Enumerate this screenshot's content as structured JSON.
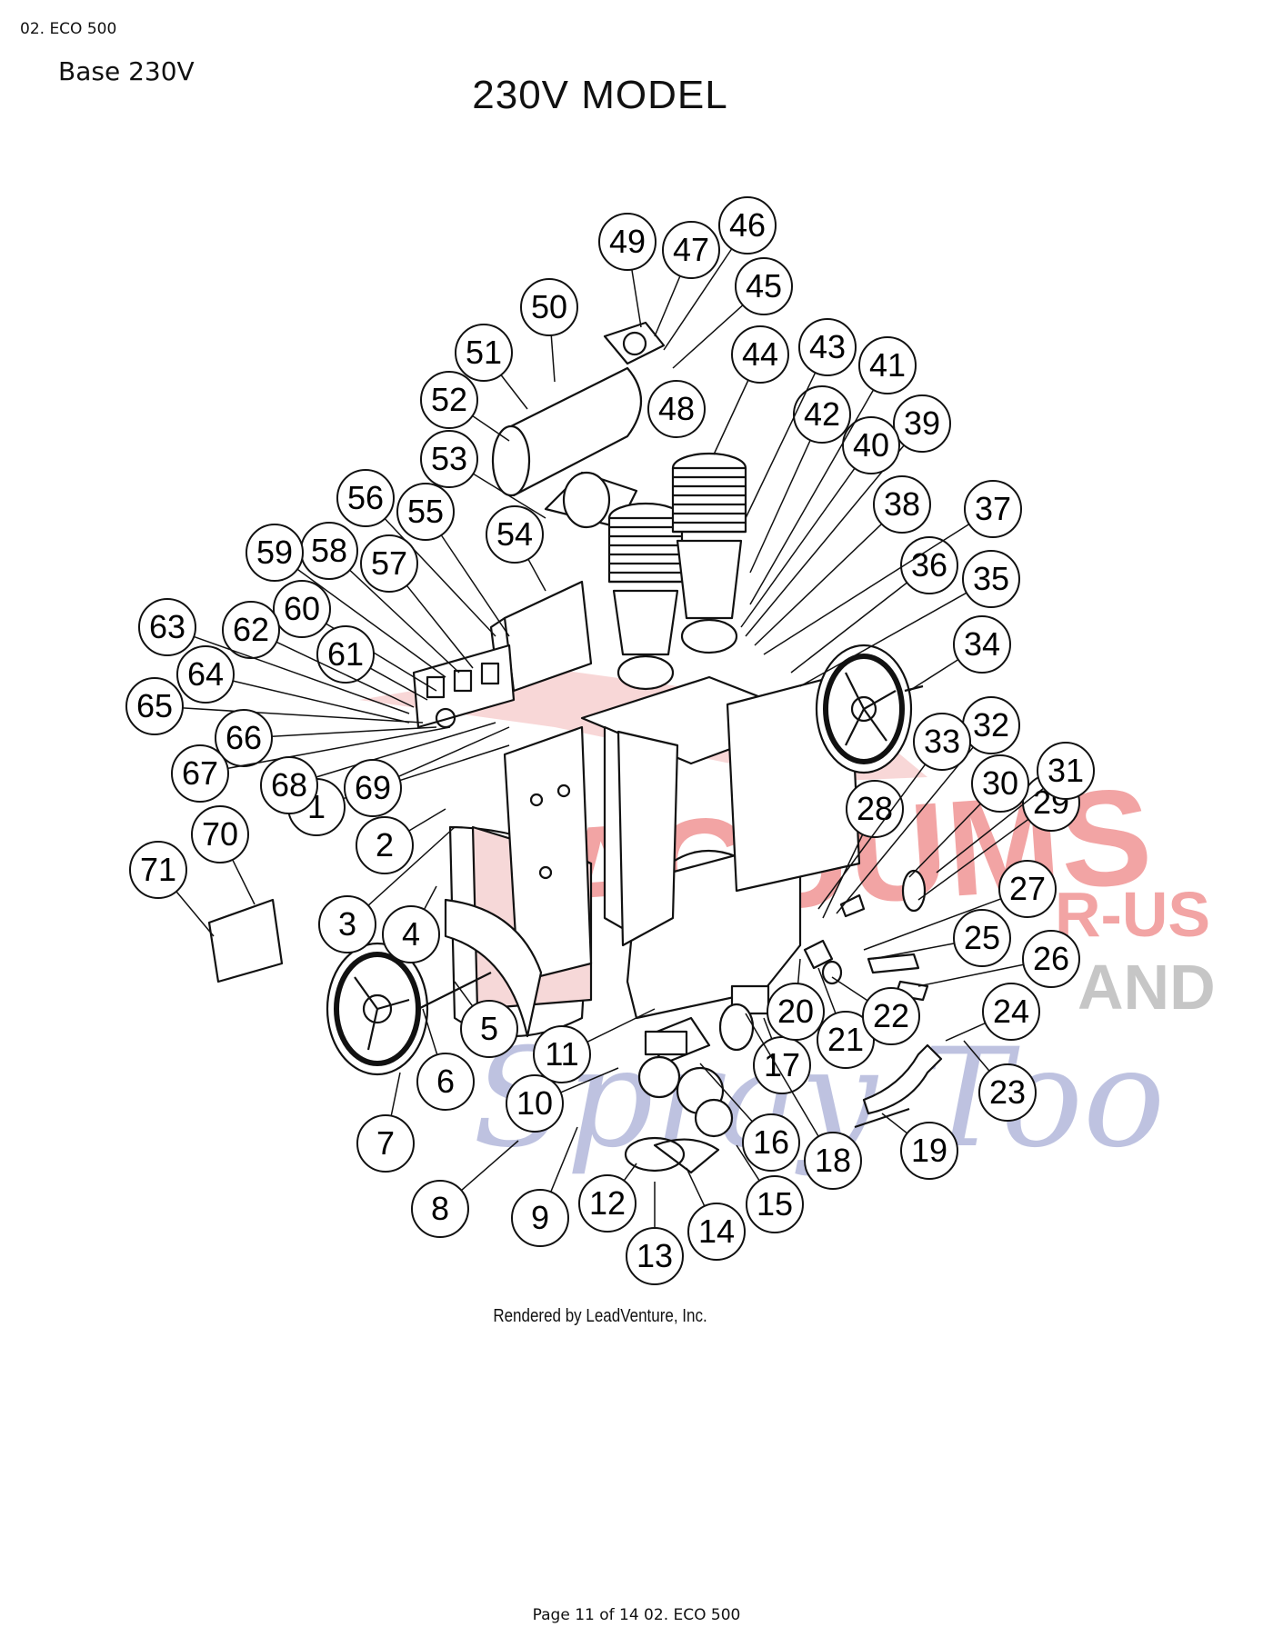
{
  "header": {
    "doc_title": "02. ECO 500",
    "section": "Base 230V"
  },
  "diagram": {
    "model_title": "230V MODEL",
    "credit": "Rendered by LeadVenture, Inc.",
    "watermark": {
      "brand": "VACUUMS",
      "suffix_a": "R-US",
      "suffix_b": "AND",
      "suffix_c": "Spray Too",
      "color_red": "#e85a5a",
      "color_blue": "#3a4a9a"
    },
    "callouts": [
      "1",
      "2",
      "3",
      "4",
      "5",
      "6",
      "7",
      "8",
      "9",
      "10",
      "11",
      "12",
      "13",
      "14",
      "15",
      "16",
      "17",
      "18",
      "19",
      "20",
      "21",
      "22",
      "23",
      "24",
      "25",
      "26",
      "27",
      "28",
      "29",
      "30",
      "31",
      "32",
      "33",
      "34",
      "35",
      "36",
      "37",
      "38",
      "39",
      "40",
      "41",
      "42",
      "43",
      "44",
      "45",
      "46",
      "47",
      "48",
      "49",
      "50",
      "51",
      "52",
      "53",
      "54",
      "55",
      "56",
      "57",
      "58",
      "59",
      "60",
      "61",
      "62",
      "63",
      "64",
      "65",
      "66",
      "67",
      "68",
      "69",
      "70",
      "71"
    ]
  },
  "footer": {
    "page": "Page 11 of 14 02. ECO 500"
  }
}
